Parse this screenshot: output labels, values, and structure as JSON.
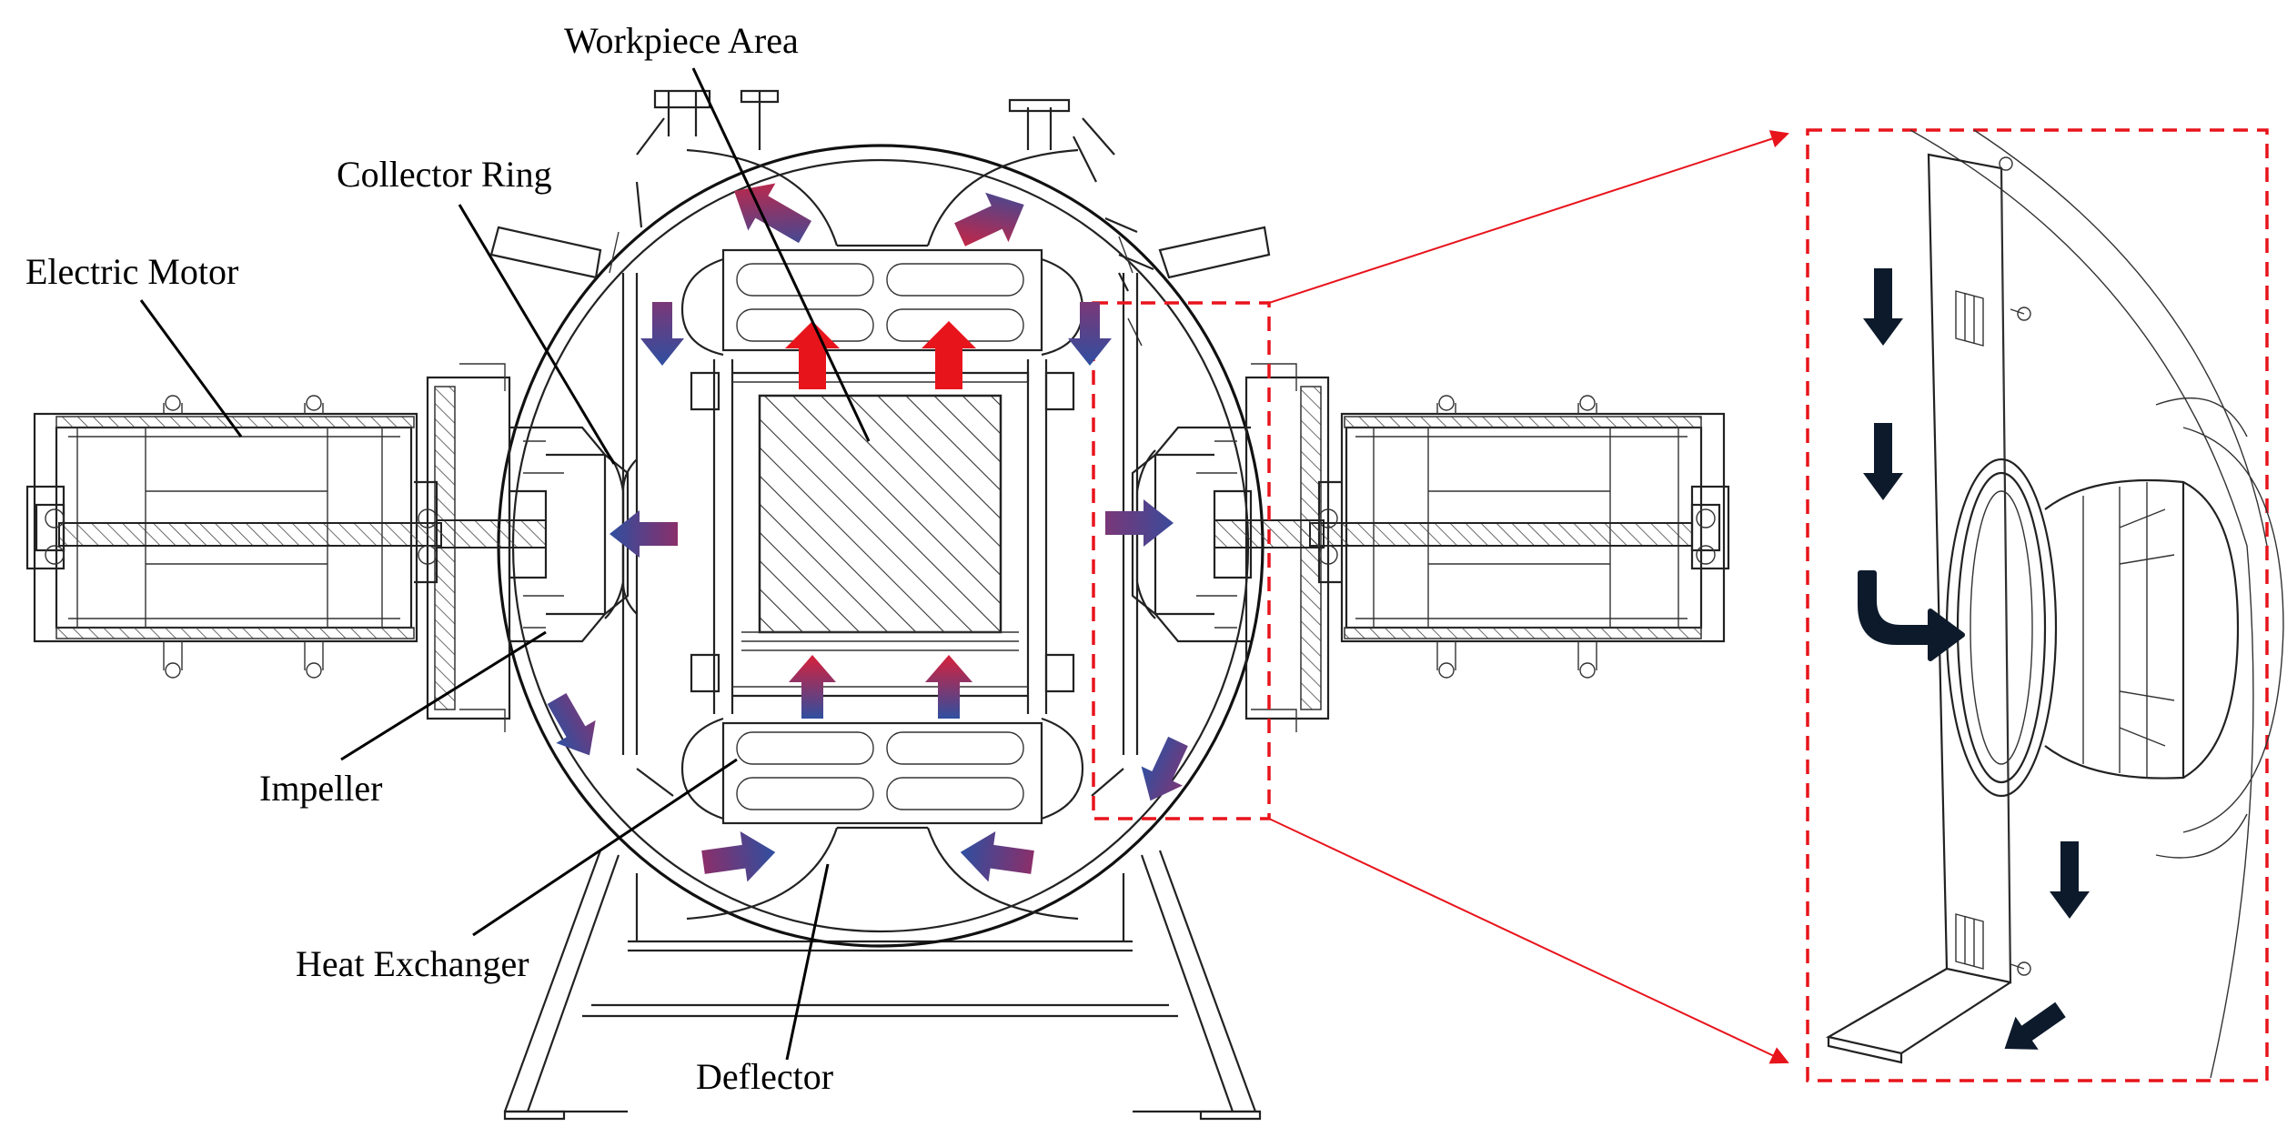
{
  "labels": {
    "workpiece_area": "Workpiece Area",
    "collector_ring": "Collector Ring",
    "electric_motor": "Electric Motor",
    "impeller": "Impeller",
    "heat_exchanger": "Heat Exchanger",
    "deflector": "Deflector"
  },
  "colors": {
    "callout_box": "#e8141c",
    "flow_hot": "#e8141c",
    "flow_cool": "#2f4fa0",
    "flow_detail": "#0d1a2b",
    "hatch": "#333333"
  },
  "icons": {
    "flow_arrow": "gradient-arrow",
    "detail_arrow": "dark-arrow"
  }
}
